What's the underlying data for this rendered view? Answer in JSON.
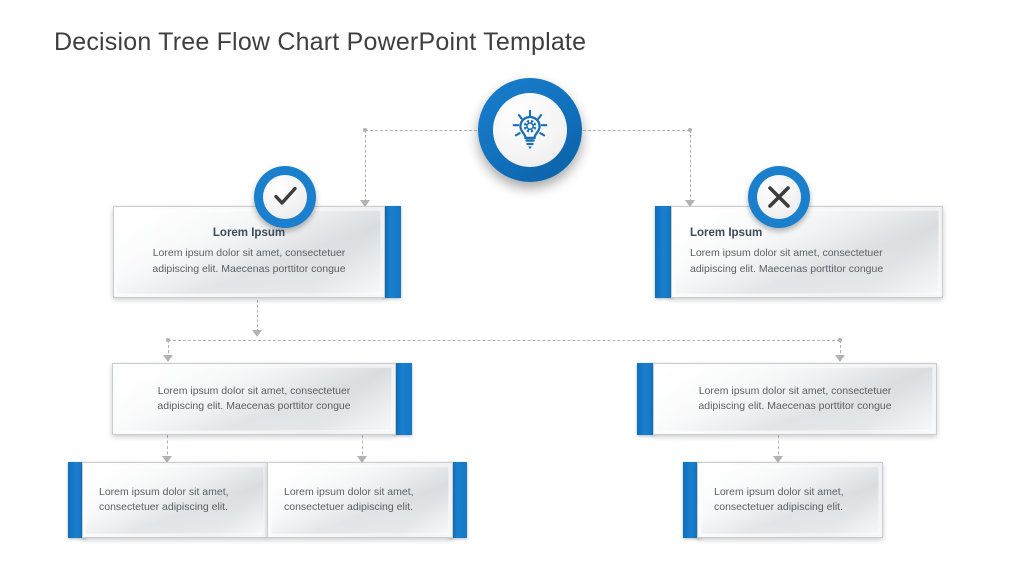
{
  "page": {
    "title": "Decision Tree Flow Chart PowerPoint Template",
    "accent_color": "#1a7fcd",
    "line_color": "#b3b3b3",
    "background": "#ffffff"
  },
  "icons": {
    "root": {
      "name": "lightbulb-gear-icon",
      "label": "Idea"
    },
    "yes": {
      "name": "check-icon",
      "label": "Yes"
    },
    "no": {
      "name": "cross-icon",
      "label": "No"
    }
  },
  "nodes": {
    "level1_left": {
      "heading": "Lorem Ipsum",
      "body": "Lorem ipsum dolor sit amet, consectetuer adipiscing elit. Maecenas porttitor congue",
      "bar_side": "right",
      "align": "center"
    },
    "level1_right": {
      "heading": "Lorem Ipsum",
      "body": "Lorem ipsum dolor sit amet, consectetuer adipiscing elit. Maecenas porttitor congue",
      "bar_side": "left",
      "align": "left"
    },
    "level2_left": {
      "body": "Lorem ipsum dolor sit amet, consectetuer adipiscing elit. Maecenas porttitor congue",
      "bar_side": "right",
      "align": "center"
    },
    "level2_right": {
      "body": "Lorem ipsum dolor sit amet, consectetuer adipiscing elit. Maecenas porttitor congue",
      "bar_side": "left",
      "align": "center"
    },
    "level3_a": {
      "body": "Lorem ipsum dolor sit amet, consectetuer adipiscing elit.",
      "bar_side": "left",
      "align": "left"
    },
    "level3_b": {
      "body": "Lorem ipsum dolor sit amet, consectetuer adipiscing elit.",
      "bar_side": "right",
      "align": "left"
    },
    "level3_c": {
      "body": "Lorem ipsum dolor sit amet, consectetuer adipiscing elit.",
      "bar_side": "left",
      "align": "left"
    }
  }
}
